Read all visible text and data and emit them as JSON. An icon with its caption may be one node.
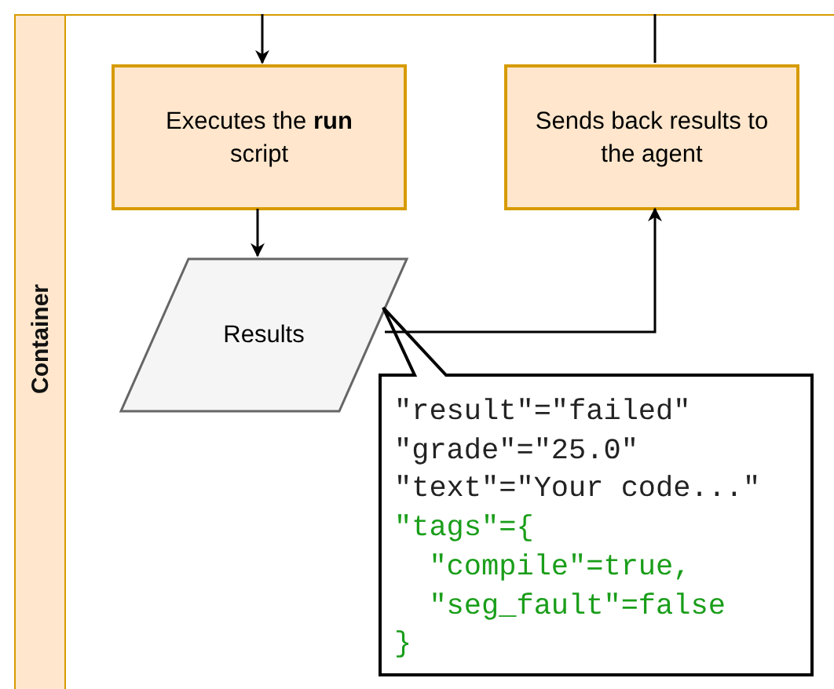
{
  "diagram": {
    "nodes": [
      {
        "text": [
          "Container"
        ]
      },
      {
        "text": [
          "Executes the **run** script"
        ],
        "in": 0
      },
      {
        "text": [
          "Sends back results to the agent"
        ],
        "in": 0
      },
      {
        "text": [
          "Results"
        ],
        "in": 0
      },
      {
        "text": [
          "\"result\"=\"failed\"",
          "\"grade\"=\"25.0\"",
          "\"text\"=\"Your code...\"",
          "\"tags\"={",
          "  \"compile\"=true,",
          "  \"seg_fault\"=false",
          "}"
        ],
        "in": 0
      }
    ],
    "edges": [
      {
        "from": null,
        "to": 1,
        "arrow": "to"
      },
      {
        "from": 1,
        "to": 3,
        "arrow": "to"
      },
      {
        "from": 3,
        "to": 2,
        "arrow": "to"
      },
      {
        "from": 2,
        "to": null,
        "arrow": "none"
      }
    ]
  }
}
